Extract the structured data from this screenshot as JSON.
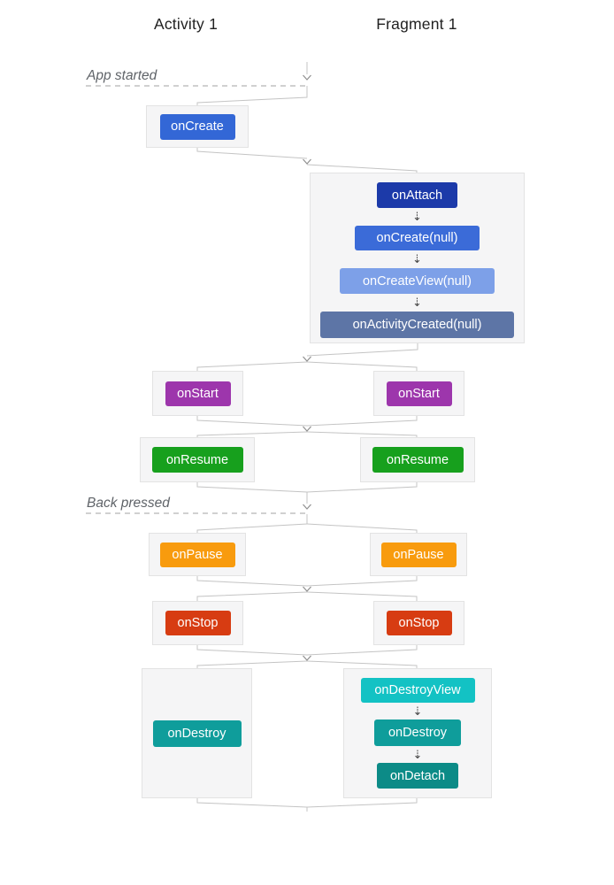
{
  "diagram": {
    "columns": {
      "activity": "Activity 1",
      "fragment": "Fragment 1"
    },
    "events": {
      "app_started": "App started",
      "back_pressed": "Back pressed"
    }
  },
  "activity": {
    "onCreate": "onCreate",
    "onStart": "onStart",
    "onResume": "onResume",
    "onPause": "onPause",
    "onStop": "onStop",
    "onDestroy": "onDestroy"
  },
  "fragment": {
    "onAttach": "onAttach",
    "onCreateNull": "onCreate(null)",
    "onCreateViewNull": "onCreateView(null)",
    "onActivityCreatedNull": "onActivityCreated(null)",
    "onStart": "onStart",
    "onResume": "onResume",
    "onPause": "onPause",
    "onStop": "onStop",
    "onDestroyView": "onDestroyView",
    "onDestroy": "onDestroy",
    "onDetach": "onDetach"
  },
  "icons": {
    "step_arrow": "⇣"
  },
  "colors": {
    "onCreate": "#3367d6",
    "onAttach": "#1c3aa9",
    "onCreateNull": "#3b6bd8",
    "onCreateViewNull": "#7da0e8",
    "onActivityCreatedNull": "#5d75a6",
    "onStart": "#9d36ac",
    "onResume": "#17a01d",
    "onPause": "#f89b0e",
    "onStop": "#d73c12",
    "onDestroyView": "#13c2c4",
    "onDestroy": "#0f9d9b",
    "onDetach": "#0c8b87",
    "line": "#c4c4c4",
    "arrowhead": "#8f8f8f",
    "dashed_line": "#d0d0d0"
  }
}
